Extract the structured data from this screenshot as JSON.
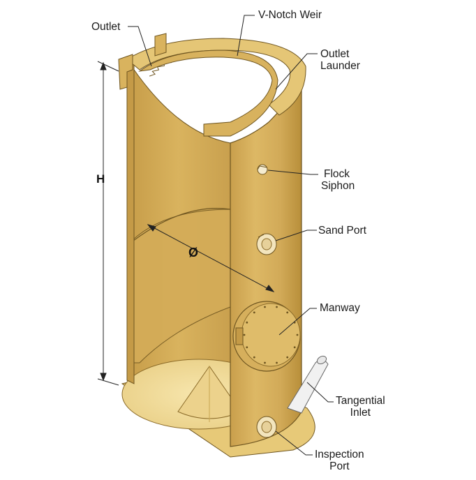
{
  "colors": {
    "body": "#d9b35e",
    "body_dark": "#b88f3a",
    "body_light": "#ecd08a",
    "inner": "#f2dc9a",
    "edge": "#6e5520",
    "leader": "#222222"
  },
  "labels": {
    "outlet": "Outlet",
    "v_notch_weir": "V-Notch Weir",
    "outlet_launder_line1": "Outlet",
    "outlet_launder_line2": "Launder",
    "flock_siphon_line1": "Flock",
    "flock_siphon_line2": "Siphon",
    "sand_port": "Sand Port",
    "manway": "Manway",
    "tangential_inlet_line1": "Tangential",
    "tangential_inlet_line2": "Inlet",
    "inspection_port_line1": "Inspection",
    "inspection_port_line2": "Port"
  },
  "dimensions": {
    "height_symbol": "H",
    "diameter_symbol": "Ø"
  }
}
